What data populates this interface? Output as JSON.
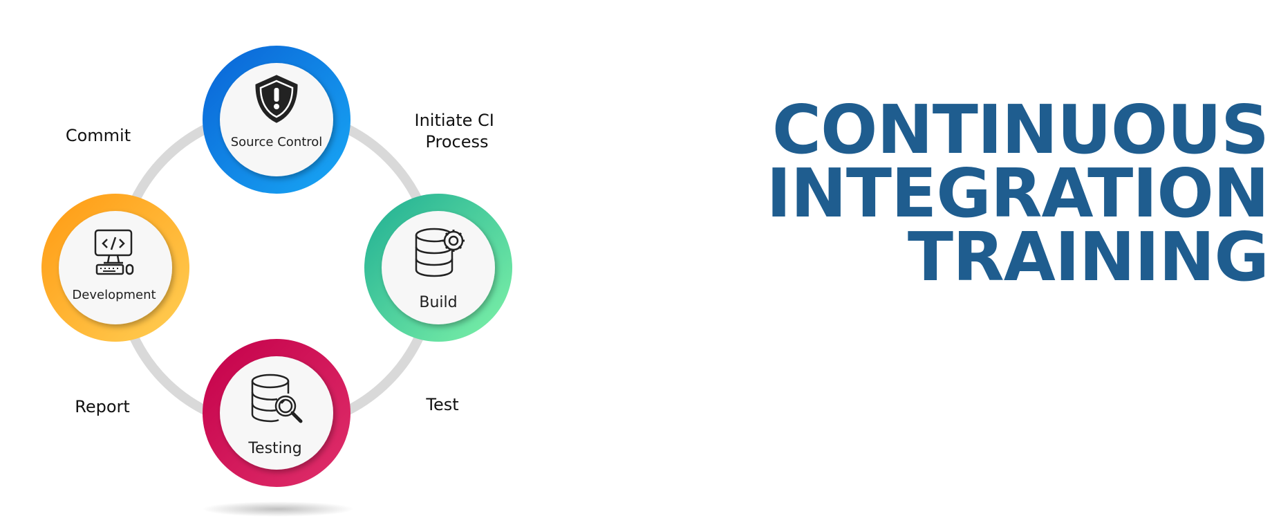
{
  "diagram": {
    "nodes": [
      {
        "id": "source-control",
        "label": "Source Control",
        "icon": "shield-alert-icon",
        "colors": [
          "#0a63d6",
          "#18a8f5"
        ]
      },
      {
        "id": "build",
        "label": "Build",
        "icon": "database-gear-icon",
        "colors": [
          "#1fae93",
          "#7ff3a8"
        ]
      },
      {
        "id": "testing",
        "label": "Testing",
        "icon": "database-search-icon",
        "colors": [
          "#c4004a",
          "#e0306b"
        ]
      },
      {
        "id": "development",
        "label": "Development",
        "icon": "computer-code-icon",
        "colors": [
          "#ff9a12",
          "#ffcf55"
        ]
      }
    ],
    "edges": [
      {
        "from": "development",
        "to": "source-control",
        "label_lines": [
          "Commit"
        ]
      },
      {
        "from": "source-control",
        "to": "build",
        "label_lines": [
          "Initiate CI",
          "Process"
        ]
      },
      {
        "from": "build",
        "to": "testing",
        "label_lines": [
          "Test"
        ]
      },
      {
        "from": "testing",
        "to": "development",
        "label_lines": [
          "Report"
        ]
      }
    ],
    "ring_color": "#d9d9d9"
  },
  "title": {
    "lines": [
      "CONTINUOUS",
      "INTEGRATION",
      "TRAINING"
    ],
    "color": "#1f5d8f"
  }
}
